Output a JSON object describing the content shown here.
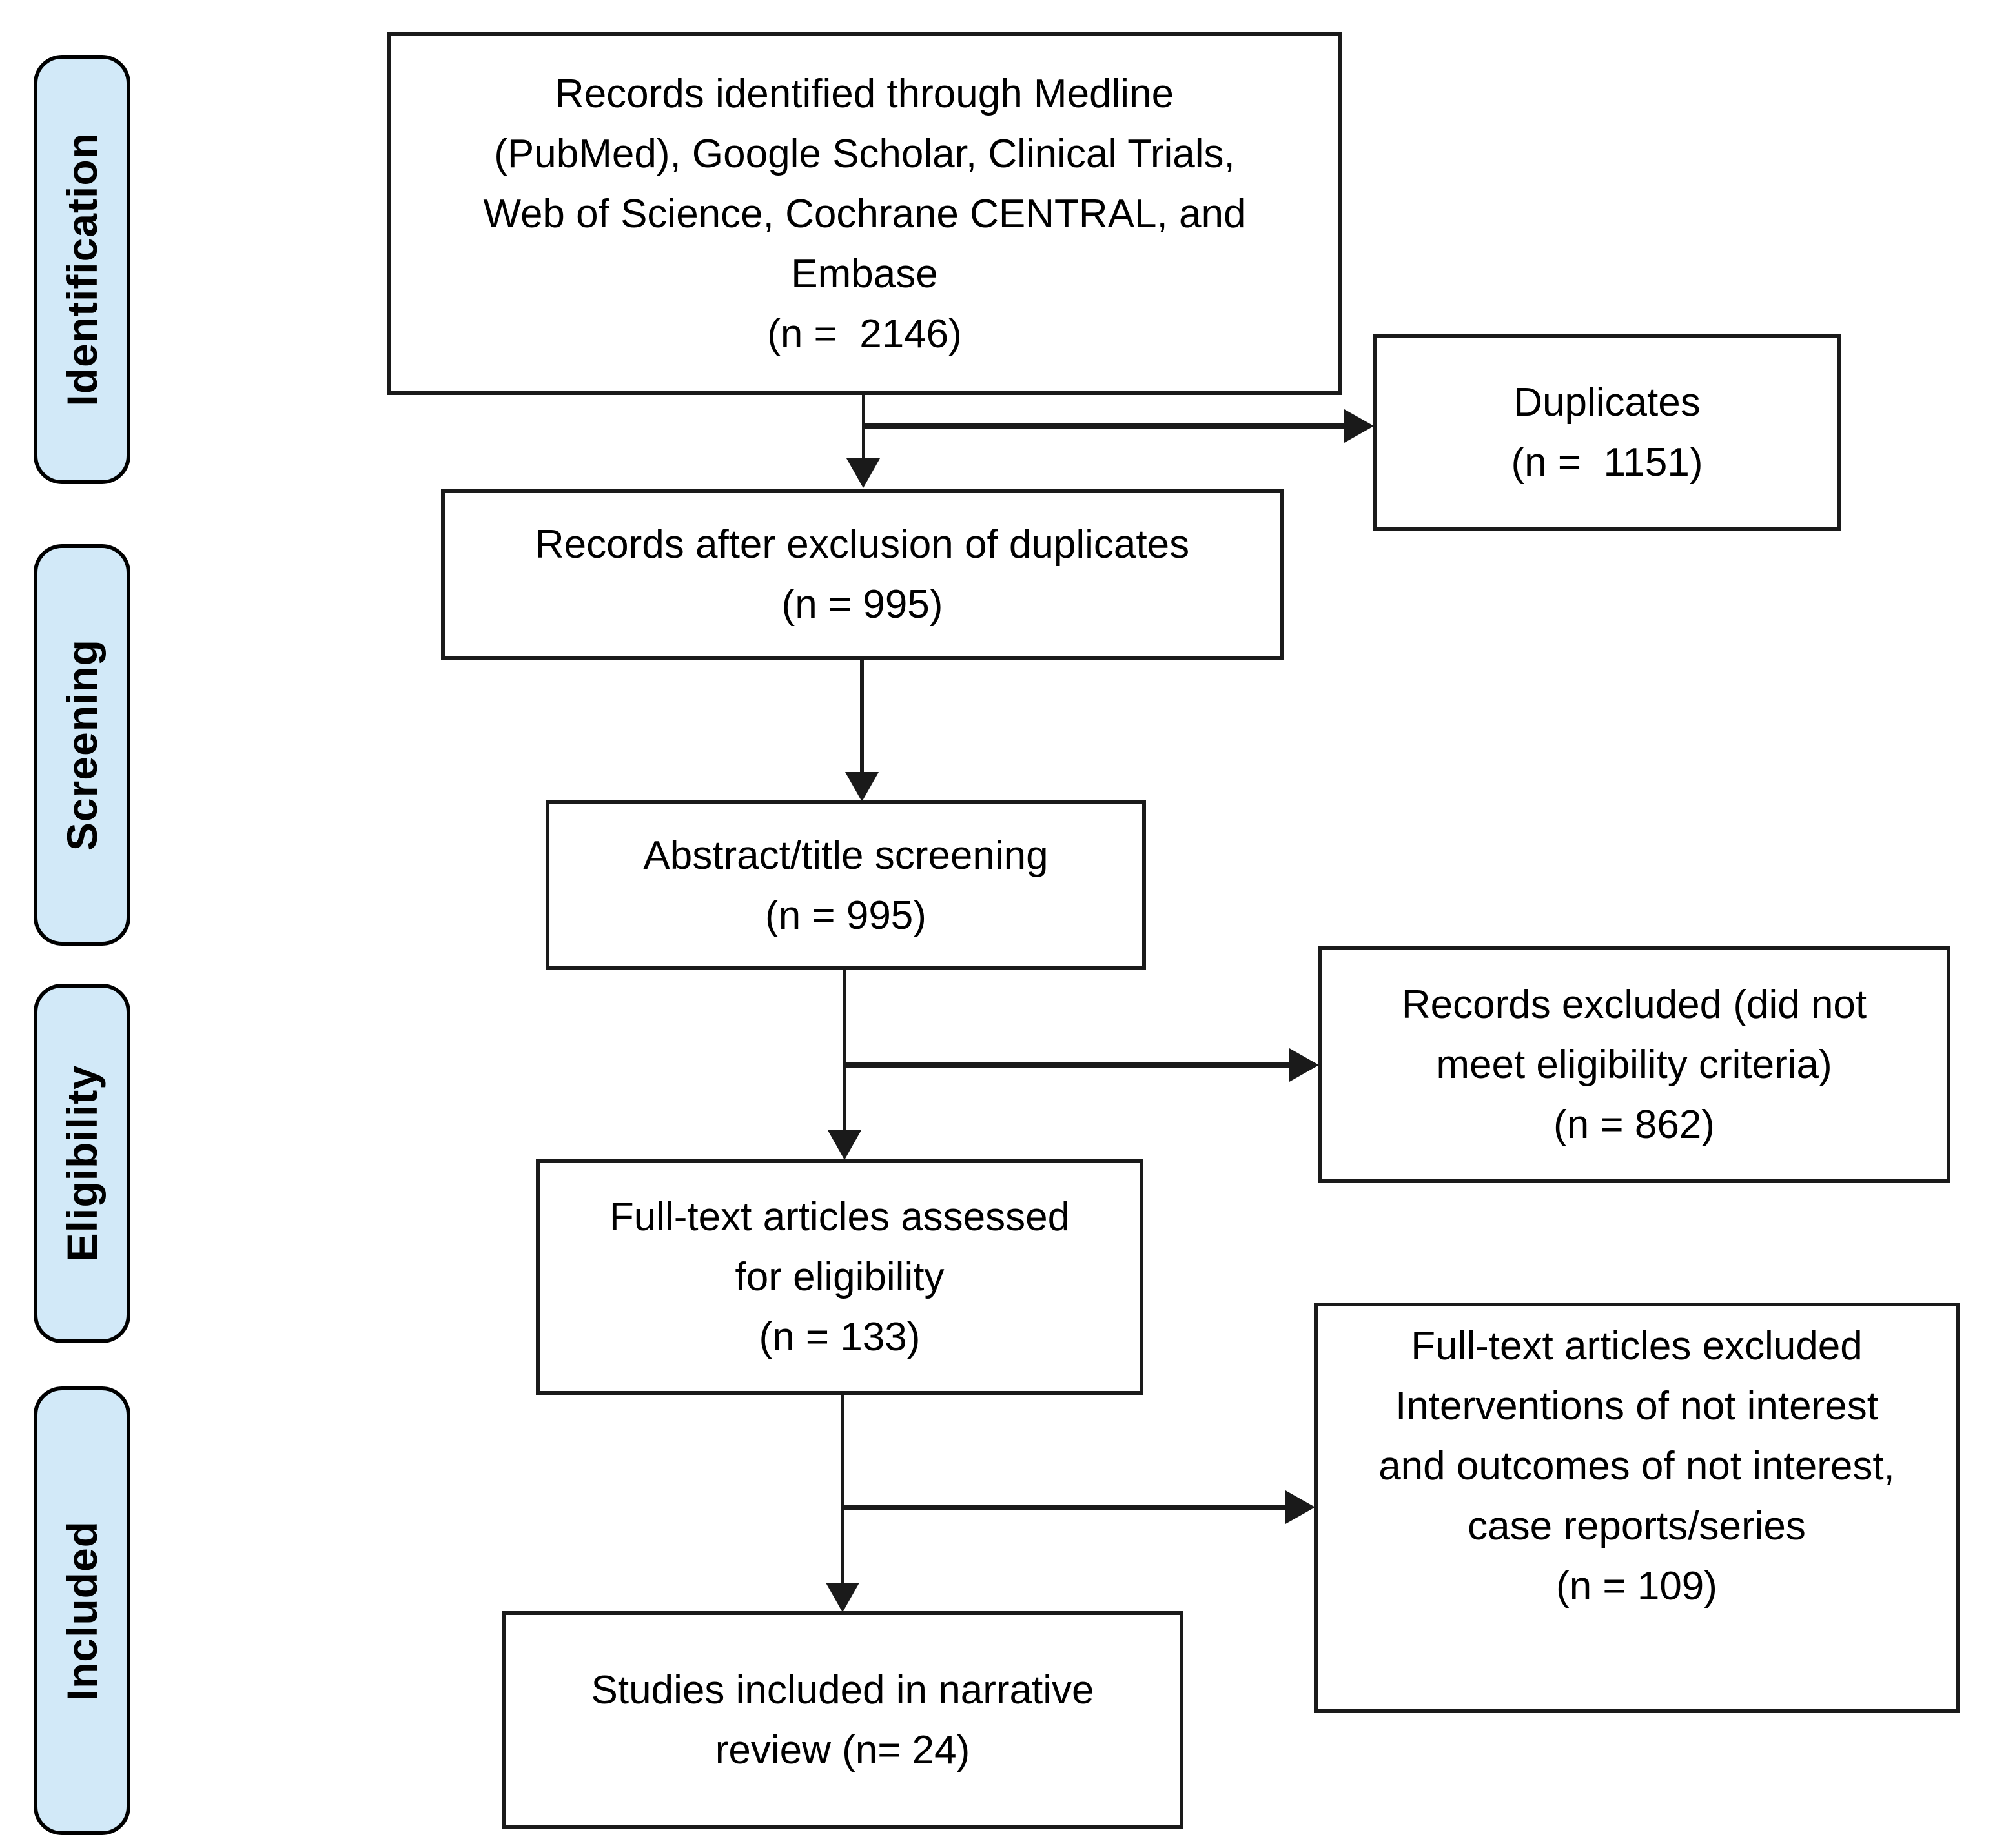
{
  "diagram": {
    "title": "PRISMA study selection flow diagram",
    "colors": {
      "background": "#ffffff",
      "stage_fill": "#d2e9f8",
      "stage_border": "#000000",
      "box_border": "#1a1a1a",
      "arrow": "#1a1a1a"
    }
  },
  "stages": [
    {
      "label": "Identification"
    },
    {
      "label": "Screening"
    },
    {
      "label": "Eligibility"
    },
    {
      "label": "Included"
    }
  ],
  "boxes": {
    "records_identified": {
      "label": "Records identified through Medline\n(PubMed), Google Scholar, Clinical Trials,\nWeb of Science, Cochrane CENTRAL, and\nEmbase",
      "count": "(n =  2146)"
    },
    "duplicates": {
      "label": "Duplicates",
      "count": "(n =  1151)"
    },
    "after_duplicates": {
      "label": "Records after exclusion of duplicates",
      "count": "(n = 995)"
    },
    "abstract_title_screening": {
      "label": "Abstract/title screening",
      "count": "(n = 995)"
    },
    "records_excluded": {
      "label": "Records excluded (did not\nmeet eligibility criteria)",
      "count": "(n = 862)"
    },
    "fulltext_assessed": {
      "label": "Full-text articles assessed\nfor eligibility",
      "count": "(n = 133)"
    },
    "fulltext_excluded": {
      "label": "Full-text articles excluded\nInterventions of not interest\nand outcomes of not interest,\ncase reports/series",
      "count": "(n = 109)"
    },
    "studies_included": {
      "label": "Studies included in narrative\nreview (n= 24)"
    }
  }
}
